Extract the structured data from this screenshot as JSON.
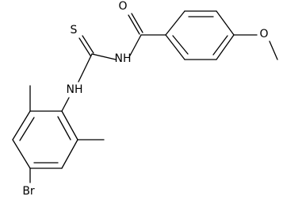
{
  "molecule": {
    "atoms": {
      "oxygen_carbonyl": "O",
      "nitrogen_imide": "NH",
      "sulfur_thione": "S",
      "nitrogen_aryl": "NH",
      "oxygen_methoxy": "O",
      "bromine": "Br"
    }
  }
}
